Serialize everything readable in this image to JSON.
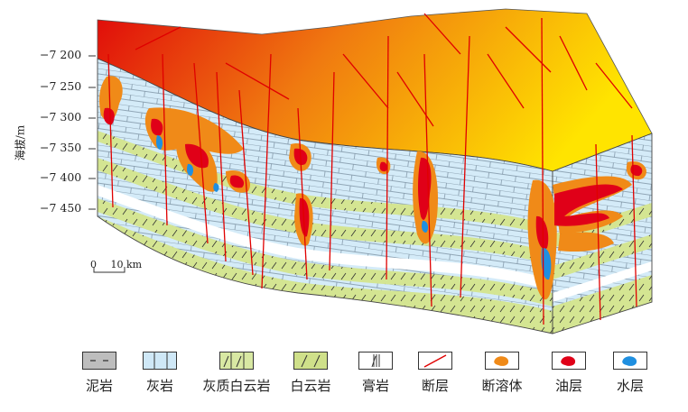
{
  "figure": {
    "y_axis_label": "海拔/m",
    "y_ticks": [
      "−7 200",
      "−7 250",
      "−7 300",
      "−7 350",
      "−7 400",
      "−7 450"
    ],
    "scale_bar": {
      "zero": "0",
      "label": "10 km"
    }
  },
  "legend": [
    {
      "label": "泥岩",
      "icon": "mudstone-swatch"
    },
    {
      "label": "灰岩",
      "icon": "limestone-swatch"
    },
    {
      "label": "灰质白云岩",
      "icon": "calcareous-dolomite-swatch"
    },
    {
      "label": "白云岩",
      "icon": "dolomite-swatch"
    },
    {
      "label": "膏岩",
      "icon": "gypsum-swatch"
    },
    {
      "label": "断层",
      "icon": "fault-swatch"
    },
    {
      "label": "断溶体",
      "icon": "fault-karst-swatch"
    },
    {
      "label": "油层",
      "icon": "oil-layer-swatch"
    },
    {
      "label": "水层",
      "icon": "water-layer-swatch"
    }
  ],
  "colors": {
    "mudstone": "#bdbdbd",
    "limestone": "#cfe8f7",
    "calcareous_dolomite": "#d8e8a3",
    "dolomite": "#cfe08a",
    "fault": "#e00000",
    "fault_karst": "#f08a18",
    "oil": "#e00018",
    "water": "#1f8fe0",
    "top_surface_left": "#e00a0a",
    "top_surface_right": "#ffe400"
  }
}
